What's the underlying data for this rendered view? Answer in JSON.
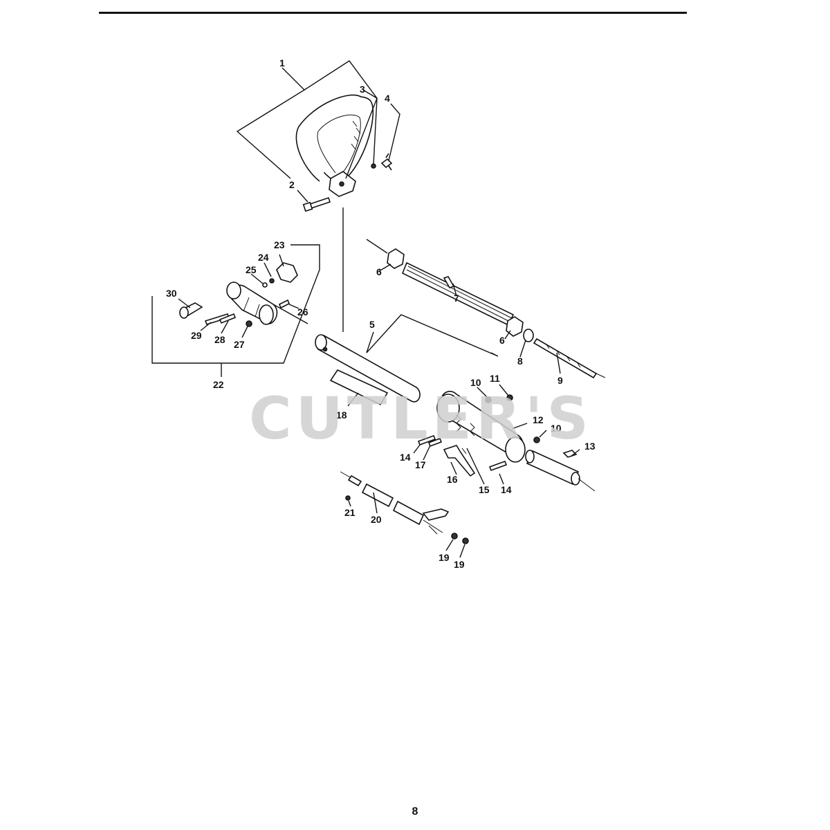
{
  "page": {
    "number": "8",
    "watermark": "CUTLER'S"
  },
  "callouts": [
    {
      "id": "c1",
      "text": "1"
    },
    {
      "id": "c2",
      "text": "2"
    },
    {
      "id": "c3",
      "text": "3"
    },
    {
      "id": "c4",
      "text": "4"
    },
    {
      "id": "c5",
      "text": "5"
    },
    {
      "id": "c6a",
      "text": "6"
    },
    {
      "id": "c6b",
      "text": "6"
    },
    {
      "id": "c7",
      "text": "7"
    },
    {
      "id": "c8",
      "text": "8"
    },
    {
      "id": "c9",
      "text": "9"
    },
    {
      "id": "c10a",
      "text": "10"
    },
    {
      "id": "c10b",
      "text": "10"
    },
    {
      "id": "c11",
      "text": "11"
    },
    {
      "id": "c12",
      "text": "12"
    },
    {
      "id": "c13",
      "text": "13"
    },
    {
      "id": "c14a",
      "text": "14"
    },
    {
      "id": "c14b",
      "text": "14"
    },
    {
      "id": "c15",
      "text": "15"
    },
    {
      "id": "c16",
      "text": "16"
    },
    {
      "id": "c17",
      "text": "17"
    },
    {
      "id": "c18",
      "text": "18"
    },
    {
      "id": "c19a",
      "text": "19"
    },
    {
      "id": "c19b",
      "text": "19"
    },
    {
      "id": "c20",
      "text": "20"
    },
    {
      "id": "c21",
      "text": "21"
    },
    {
      "id": "c22",
      "text": "22"
    },
    {
      "id": "c23",
      "text": "23"
    },
    {
      "id": "c24",
      "text": "24"
    },
    {
      "id": "c25",
      "text": "25"
    },
    {
      "id": "c26",
      "text": "26"
    },
    {
      "id": "c27",
      "text": "27"
    },
    {
      "id": "c28",
      "text": "28"
    },
    {
      "id": "c29",
      "text": "29"
    },
    {
      "id": "c30",
      "text": "30"
    }
  ]
}
